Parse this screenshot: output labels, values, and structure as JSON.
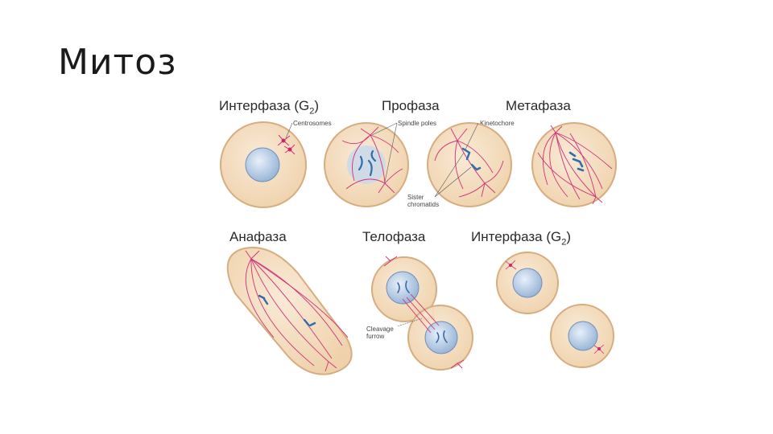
{
  "title": "Митоз",
  "phases": {
    "interphase_top": {
      "label": "Интерфаза (G",
      "sub": "2",
      "close": ")"
    },
    "prophase": {
      "label": "Профаза"
    },
    "metaphase": {
      "label": "Метафаза"
    },
    "anaphase": {
      "label": "Анафаза"
    },
    "telophase": {
      "label": "Телофаза"
    },
    "interphase_bottom": {
      "label": "Интерфаза (G",
      "sub": "2",
      "close": ")"
    }
  },
  "annotations": {
    "centrosomes": "Centrosomes",
    "spindle_poles": "Spindle poles",
    "kinetochore": "Kinetochore",
    "sister_chromatids_1": "Sister",
    "sister_chromatids_2": "chromatids",
    "cleavage_furrow_1": "Cleavage",
    "cleavage_furrow_2": "furrow"
  },
  "colors": {
    "cytoplasm": "#f5dfc0",
    "membrane": "#d8b48a",
    "nucleus": "#b9cde6",
    "spindle": "#d0307a",
    "chromosome": "#2f6ea8"
  }
}
